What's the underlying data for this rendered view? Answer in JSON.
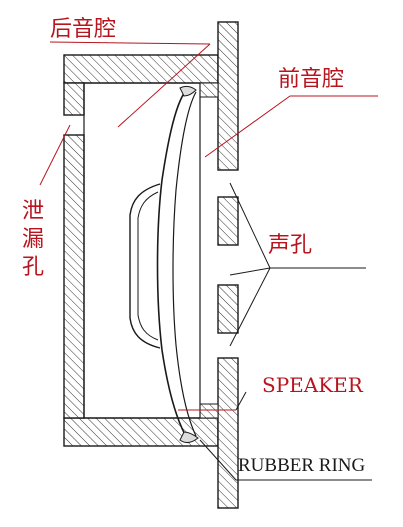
{
  "labels": {
    "rear_cavity": "后音腔",
    "front_cavity": "前音腔",
    "leak_hole_1": "泄",
    "leak_hole_2": "漏",
    "leak_hole_3": "孔",
    "sound_hole": "声孔",
    "speaker": "SPEAKER",
    "rubber_ring": "RUBBER RING"
  },
  "colors": {
    "label_red": "#b8141e",
    "line_dark": "#1a1a1a",
    "leader_red": "#b8141e"
  }
}
